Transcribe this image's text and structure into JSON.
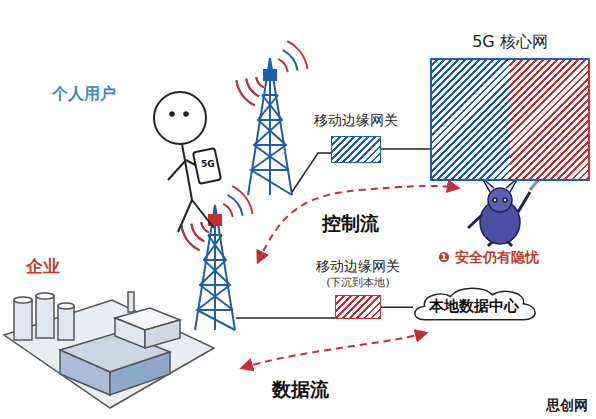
{
  "diagram": {
    "nodes": [
      {
        "text": [
          "移动边缘网关"
        ]
      },
      {
        "text": [
          "5G 核心网"
        ]
      },
      {
        "text": [
          "移动边缘网关",
          "(下沉到本地)"
        ]
      },
      {
        "text": [
          "本地数据中心"
        ]
      }
    ],
    "edges": [
      {
        "from": 0,
        "to": 1,
        "arrow": "none"
      },
      {
        "from": 2,
        "to": 3,
        "arrow": "none"
      }
    ],
    "labels": [
      "个人用户",
      "5G",
      "企业",
      "控制流",
      "数据流",
      "❶ 安全仍有隐忧",
      "思创网"
    ]
  }
}
